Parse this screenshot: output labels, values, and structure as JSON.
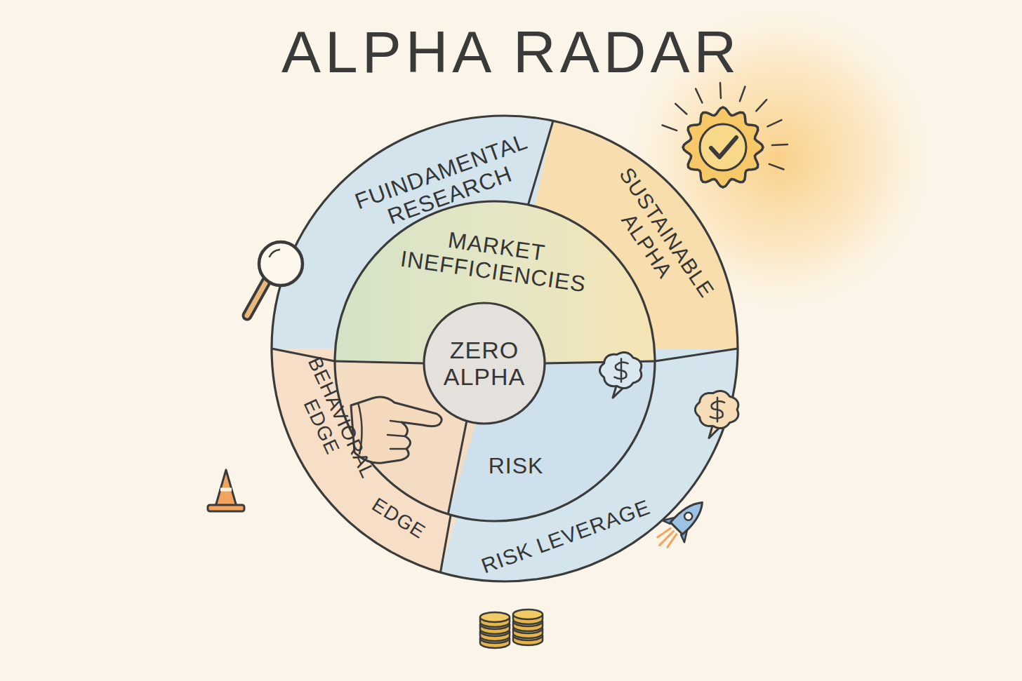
{
  "diagram": {
    "title": "ALPHA RADAR",
    "nodes": [
      {
        "text": [
          "FUINDAMENTAL RESEARCH"
        ]
      },
      {
        "text": [
          "SUSTAINABLE ALPHA"
        ]
      },
      {
        "text": [
          "MARKET INEFFICIENCIES"
        ]
      },
      {
        "text": [
          "ZERO ALPHA"
        ]
      },
      {
        "text": [
          "BEHAVIORAL EDGE",
          "EDGE"
        ]
      },
      {
        "text": [
          "RISK"
        ]
      },
      {
        "text": [
          "RISK LEVERAGE"
        ]
      }
    ]
  }
}
